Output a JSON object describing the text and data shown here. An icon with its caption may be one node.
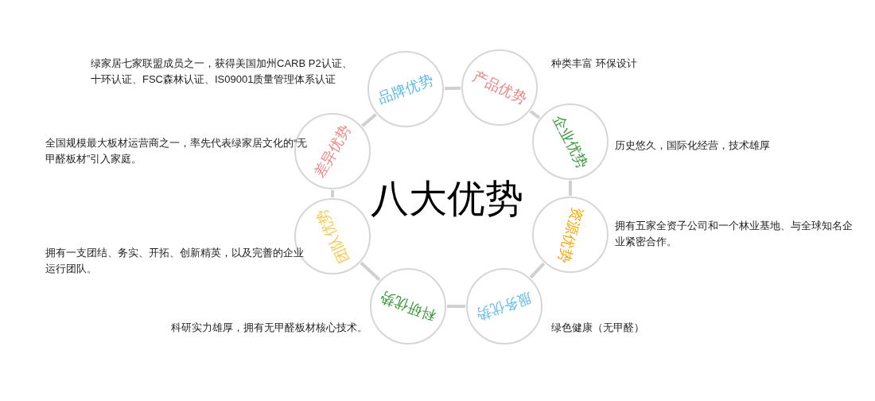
{
  "diagram": {
    "title": "八大优势",
    "nodes": [
      {
        "text": [
          "品牌优势"
        ],
        "beside": [
          "绿家居七家联盟成员之一，获得美国加州CARB P2认证、十环认证、FSC森林认证、IS09001质量管理体系认证"
        ]
      },
      {
        "text": [
          "产品优势"
        ],
        "beside": [
          "种类丰富  环保设计"
        ]
      },
      {
        "text": [
          "企业优势"
        ],
        "beside": [
          "历史悠久，国际化经营，技术雄厚"
        ]
      },
      {
        "text": [
          "资源优势"
        ],
        "beside": [
          "拥有五家全资子公司和一个林业基地、与全球知名企业紧密合作。"
        ]
      },
      {
        "text": [
          "服务优势"
        ],
        "beside": [
          "绿色健康（无甲醛）"
        ]
      },
      {
        "text": [
          "科研优势"
        ],
        "beside": [
          "科研实力雄厚，拥有无甲醛板材核心技术。"
        ]
      },
      {
        "text": [
          "团队优势"
        ],
        "beside": [
          "拥有一支团结、务实、开拓、创新精英，以及完善的企业运行团队。"
        ]
      },
      {
        "text": [
          "差异优势"
        ],
        "beside": [
          "全国规模最大板材运营商之一，率先代表绿家居文化的“无甲醛板材”引入家庭。"
        ]
      }
    ],
    "edges": [
      {
        "from": 0,
        "to": 1,
        "arrow": "none"
      },
      {
        "from": 1,
        "to": 2,
        "arrow": "none"
      },
      {
        "from": 2,
        "to": 3,
        "arrow": "none"
      },
      {
        "from": 3,
        "to": 4,
        "arrow": "none"
      },
      {
        "from": 4,
        "to": 5,
        "arrow": "none"
      },
      {
        "from": 5,
        "to": 6,
        "arrow": "none"
      },
      {
        "from": 6,
        "to": 7,
        "arrow": "none"
      },
      {
        "from": 7,
        "to": 0,
        "arrow": "none"
      }
    ]
  }
}
